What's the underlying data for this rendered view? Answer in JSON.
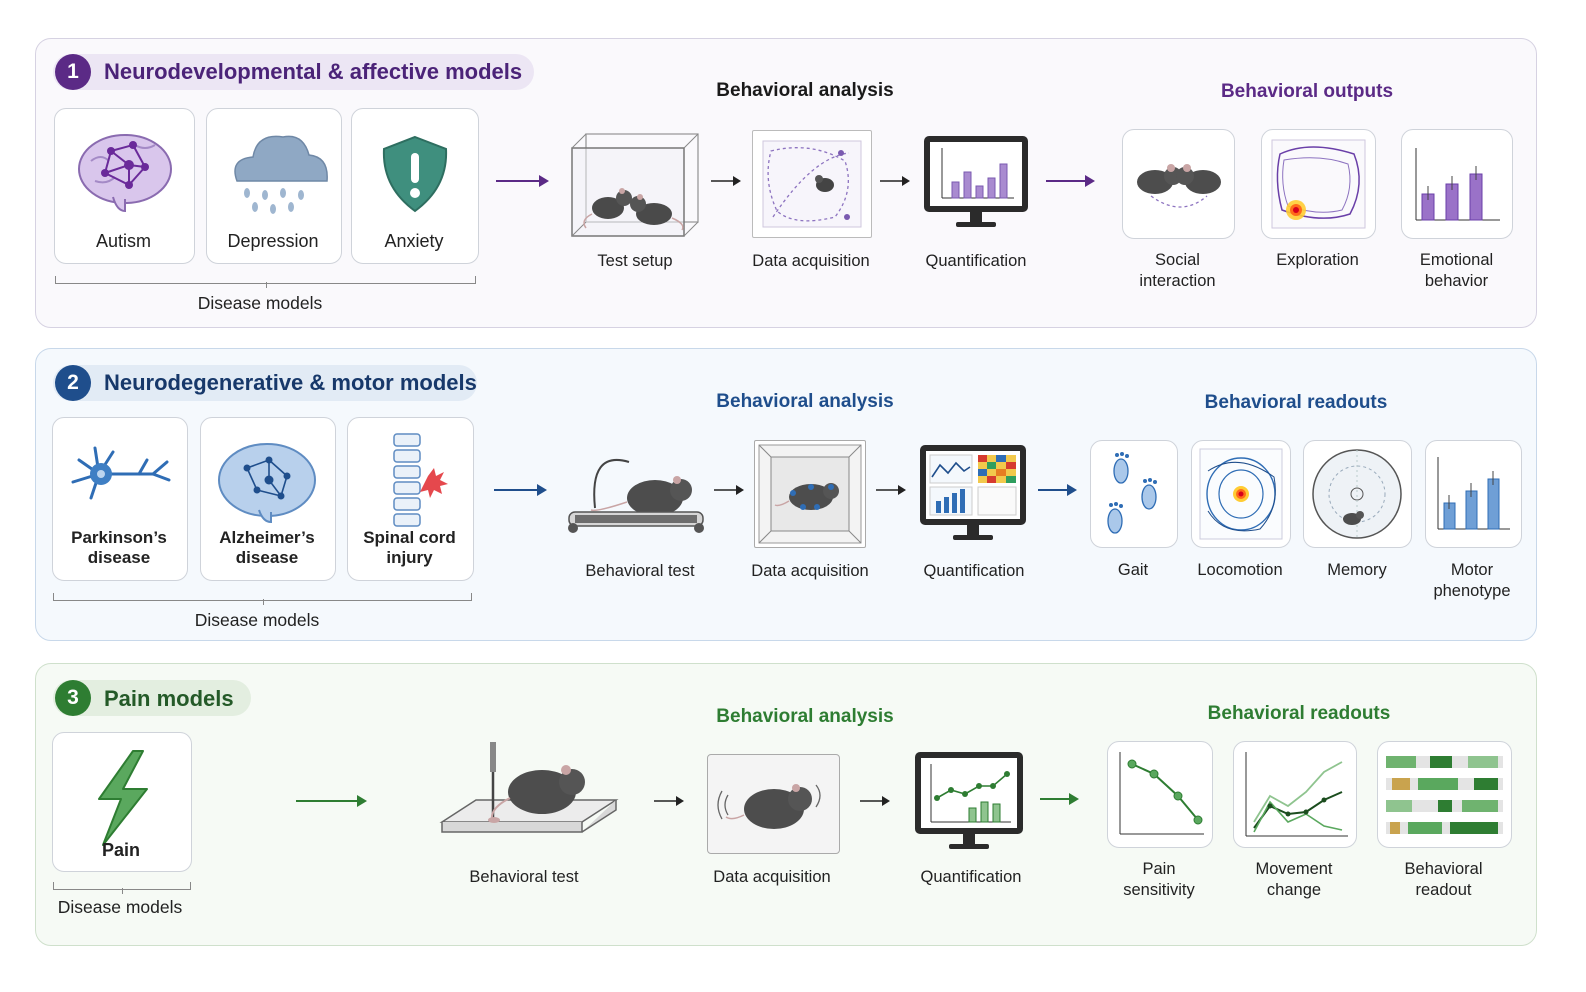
{
  "panel1": {
    "number": "1",
    "title": "Neurodevelopmental & affective models",
    "disease_models": [
      "Autism",
      "Depression",
      "Anxiety"
    ],
    "disease_models_label": "Disease models",
    "analysis_title": "Behavioral analysis",
    "analysis_steps": [
      "Test setup",
      "Data acquisition",
      "Quantification"
    ],
    "outputs_title": "Behavioral outputs",
    "outputs": [
      [
        "Social",
        "interaction"
      ],
      [
        "Exploration",
        ""
      ],
      [
        "Emotional",
        "behavior"
      ]
    ],
    "accent": "#5b2a86"
  },
  "panel2": {
    "number": "2",
    "title": "Neurodegenerative & motor models",
    "disease_models": [
      [
        "Parkinson’s",
        "disease"
      ],
      [
        "Alzheimer’s",
        "disease"
      ],
      [
        "Spinal cord",
        "injury"
      ]
    ],
    "disease_models_label": "Disease models",
    "analysis_title": "Behavioral analysis",
    "analysis_steps": [
      "Behavioral test",
      "Data acquisition",
      "Quantification"
    ],
    "readouts_title": "Behavioral readouts",
    "readouts": [
      [
        "Gait",
        ""
      ],
      [
        "Locomotion",
        ""
      ],
      [
        "Memory",
        ""
      ],
      [
        "Motor",
        "phenotype"
      ]
    ],
    "accent": "#1f4e8c"
  },
  "panel3": {
    "number": "3",
    "title": "Pain models",
    "disease_models": [
      "Pain"
    ],
    "disease_models_label": "Disease models",
    "analysis_title": "Behavioral analysis",
    "analysis_steps": [
      "Behavioral test",
      "Data acquisition",
      "Quantification"
    ],
    "readouts_title": "Behavioral readouts",
    "readouts": [
      [
        "Pain",
        "sensitivity"
      ],
      [
        "Movement",
        "change"
      ],
      [
        "Behavioral",
        "readout"
      ]
    ],
    "accent": "#2e7d32"
  }
}
